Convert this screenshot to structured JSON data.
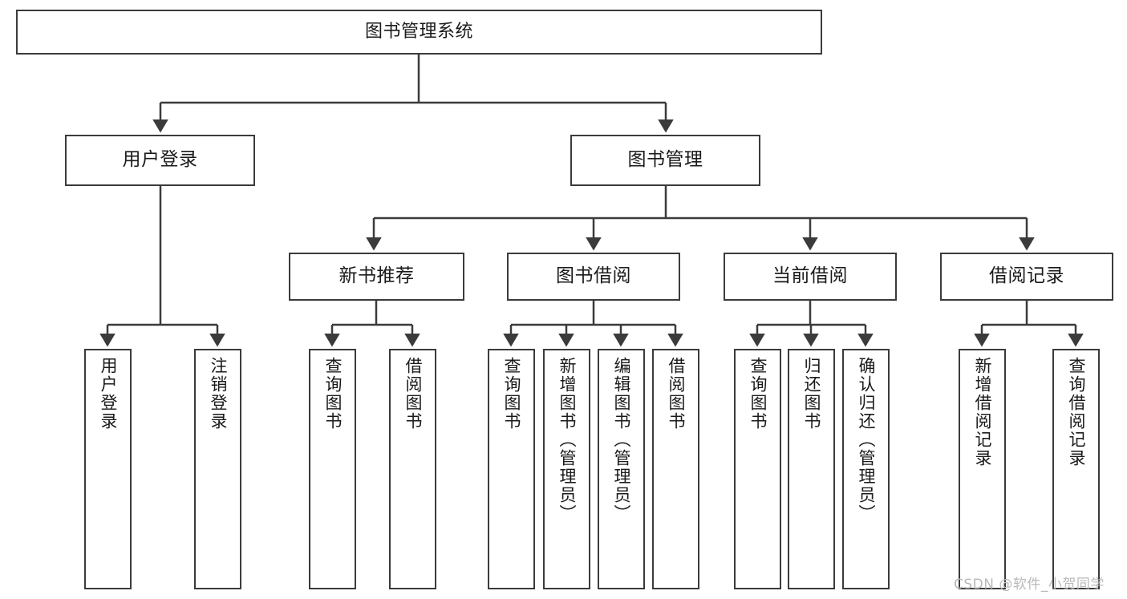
{
  "diagram": {
    "title": "图书管理系统",
    "watermark": "CSDN @软件_小贺同学",
    "line_color": "#3b3b3b",
    "background_color": "#ffffff",
    "text_color": "#1a1a1a",
    "root": {
      "label": "图书管理系统"
    },
    "level1": [
      {
        "label": "用户登录"
      },
      {
        "label": "图书管理"
      }
    ],
    "level2": [
      {
        "label": "新书推荐"
      },
      {
        "label": "图书借阅"
      },
      {
        "label": "当前借阅"
      },
      {
        "label": "借阅记录"
      }
    ],
    "leaves": {
      "user_login": [
        {
          "label": "用户登录"
        },
        {
          "label": "注销登录"
        }
      ],
      "new_book_recommend": [
        {
          "label": "查询图书"
        },
        {
          "label": "借阅图书"
        }
      ],
      "book_borrow": [
        {
          "label": "查询图书"
        },
        {
          "label": "新增图书（管理员）"
        },
        {
          "label": "编辑图书（管理员）"
        },
        {
          "label": "借阅图书"
        }
      ],
      "current_borrow": [
        {
          "label": "查询图书"
        },
        {
          "label": "归还图书"
        },
        {
          "label": "确认归还（管理员）"
        }
      ],
      "borrow_record": [
        {
          "label": "新增借阅记录"
        },
        {
          "label": "查询借阅记录"
        }
      ]
    }
  }
}
